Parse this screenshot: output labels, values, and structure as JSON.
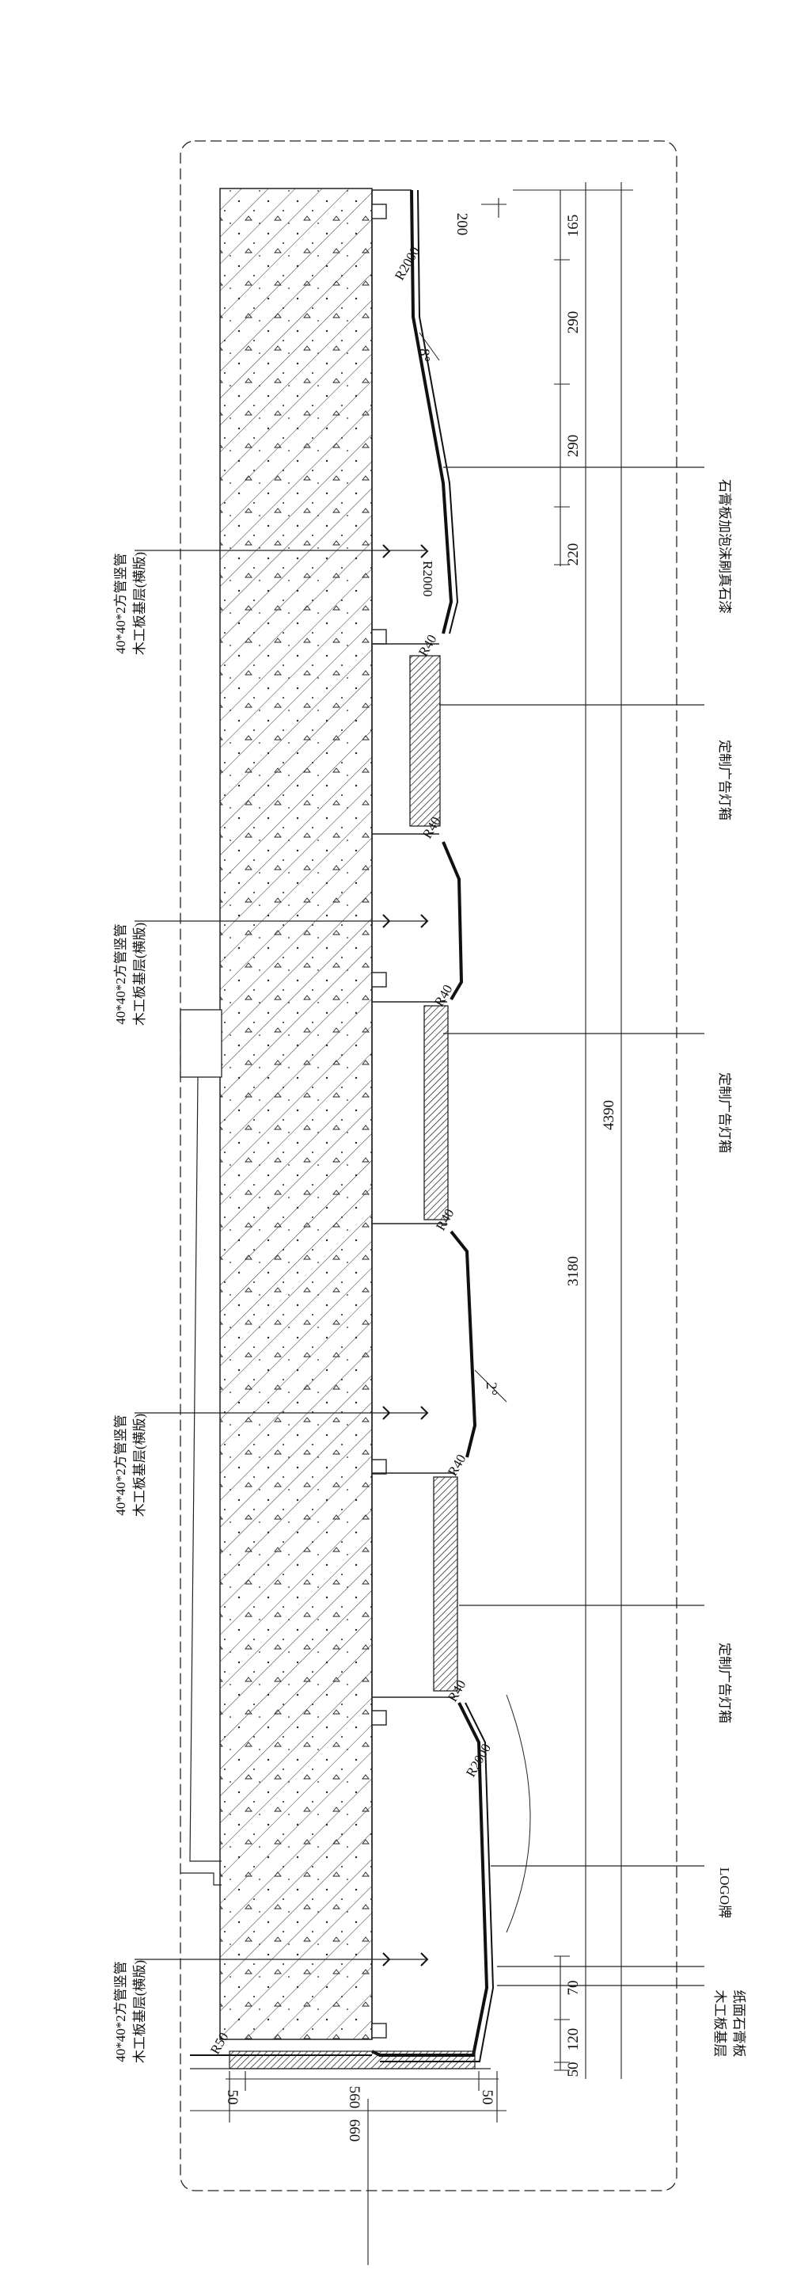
{
  "dimensions_right": {
    "segments": [
      "165",
      "290",
      "290",
      "220",
      "50",
      "120",
      "70"
    ],
    "mid": "3180",
    "total": "4390"
  },
  "dimensions_bottom": {
    "left": "50",
    "mid": "560",
    "right": "50",
    "total": "660"
  },
  "dimension_top": "200",
  "angles": {
    "top": "8°",
    "mid": "2°"
  },
  "radii": {
    "r2000": "R2000",
    "r40": "R40",
    "r50": "R50"
  },
  "labels_left": [
    {
      "line1": "40*40*2方管竖管",
      "line2": "木工板基层(横版)"
    },
    {
      "line1": "40*40*2方管竖管",
      "line2": "木工板基层(横版)"
    },
    {
      "line1": "40*40*2方管竖管",
      "line2": "木工板基层(横版)"
    },
    {
      "line1": "40*40*2方管竖管",
      "line2": "木工板基层(横版)"
    }
  ],
  "labels_right": {
    "plaster": "石膏板加泡沫刷真石漆",
    "lightbox": "定制广告灯箱",
    "logo": "LOGO牌",
    "base": "木工板基层",
    "gypsum": "纸面石膏板"
  }
}
